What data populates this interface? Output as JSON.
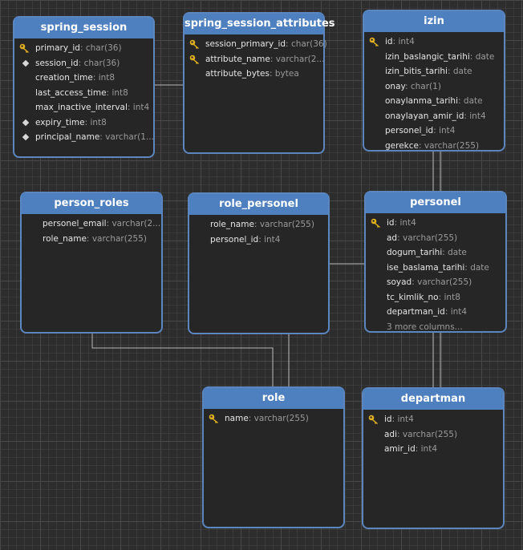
{
  "diagram": {
    "tables": [
      {
        "id": "spring_session",
        "name": "spring_session",
        "columns": [
          {
            "name": "primary_id",
            "type": "char(36)",
            "icon": "key-icon"
          },
          {
            "name": "session_id",
            "type": "char(36)",
            "icon": "diamond-icon"
          },
          {
            "name": "creation_time",
            "type": "int8",
            "icon": ""
          },
          {
            "name": "last_access_time",
            "type": "int8",
            "icon": ""
          },
          {
            "name": "max_inactive_interval",
            "type": "int4",
            "icon": ""
          },
          {
            "name": "expiry_time",
            "type": "int8",
            "icon": "diamond-icon"
          },
          {
            "name": "principal_name",
            "type": "varchar(1...",
            "icon": "diamond-icon"
          }
        ]
      },
      {
        "id": "spring_session_attributes",
        "name": "spring_session_attributes",
        "columns": [
          {
            "name": "session_primary_id",
            "type": "char(36)",
            "icon": "key-icon"
          },
          {
            "name": "attribute_name",
            "type": "varchar(2...",
            "icon": "key-icon"
          },
          {
            "name": "attribute_bytes",
            "type": "bytea",
            "icon": ""
          }
        ]
      },
      {
        "id": "izin",
        "name": "izin",
        "columns": [
          {
            "name": "id",
            "type": "int4",
            "icon": "key-icon"
          },
          {
            "name": "izin_baslangic_tarihi",
            "type": "date",
            "icon": ""
          },
          {
            "name": "izin_bitis_tarihi",
            "type": "date",
            "icon": ""
          },
          {
            "name": "onay",
            "type": "char(1)",
            "icon": ""
          },
          {
            "name": "onaylanma_tarihi",
            "type": "date",
            "icon": ""
          },
          {
            "name": "onaylayan_amir_id",
            "type": "int4",
            "icon": ""
          },
          {
            "name": "personel_id",
            "type": "int4",
            "icon": ""
          },
          {
            "name": "gerekce",
            "type": "varchar(255)",
            "icon": ""
          }
        ]
      },
      {
        "id": "person_roles",
        "name": "person_roles",
        "columns": [
          {
            "name": "personel_email",
            "type": "varchar(2...",
            "icon": ""
          },
          {
            "name": "role_name",
            "type": "varchar(255)",
            "icon": ""
          }
        ]
      },
      {
        "id": "role_personel",
        "name": "role_personel",
        "columns": [
          {
            "name": "role_name",
            "type": "varchar(255)",
            "icon": ""
          },
          {
            "name": "personel_id",
            "type": "int4",
            "icon": ""
          }
        ]
      },
      {
        "id": "personel",
        "name": "personel",
        "columns": [
          {
            "name": "id",
            "type": "int4",
            "icon": "key-icon"
          },
          {
            "name": "ad",
            "type": "varchar(255)",
            "icon": ""
          },
          {
            "name": "dogum_tarihi",
            "type": "date",
            "icon": ""
          },
          {
            "name": "ise_baslama_tarihi",
            "type": "date",
            "icon": ""
          },
          {
            "name": "soyad",
            "type": "varchar(255)",
            "icon": ""
          },
          {
            "name": "tc_kimlik_no",
            "type": "int8",
            "icon": ""
          },
          {
            "name": "departman_id",
            "type": "int4",
            "icon": ""
          }
        ],
        "more_columns": "3 more columns..."
      },
      {
        "id": "role",
        "name": "role",
        "columns": [
          {
            "name": "name",
            "type": "varchar(255)",
            "icon": "key-icon"
          }
        ]
      },
      {
        "id": "departman",
        "name": "departman",
        "columns": [
          {
            "name": "id",
            "type": "int4",
            "icon": "key-icon"
          },
          {
            "name": "adi",
            "type": "varchar(255)",
            "icon": ""
          },
          {
            "name": "amir_id",
            "type": "int4",
            "icon": ""
          }
        ]
      }
    ],
    "relationships": [
      {
        "from": "spring_session",
        "to": "spring_session_attributes"
      },
      {
        "from": "izin",
        "to": "personel"
      },
      {
        "from": "role_personel",
        "to": "personel"
      },
      {
        "from": "person_roles",
        "to": "role"
      },
      {
        "from": "role_personel",
        "to": "role"
      },
      {
        "from": "personel",
        "to": "departman"
      }
    ],
    "colors": {
      "background": "#2d2d2d",
      "header": "#4e7fbe",
      "border": "#5b86c0",
      "table_body": "#262626",
      "connector": "#b8b8b8",
      "key": "#e0b020"
    }
  }
}
